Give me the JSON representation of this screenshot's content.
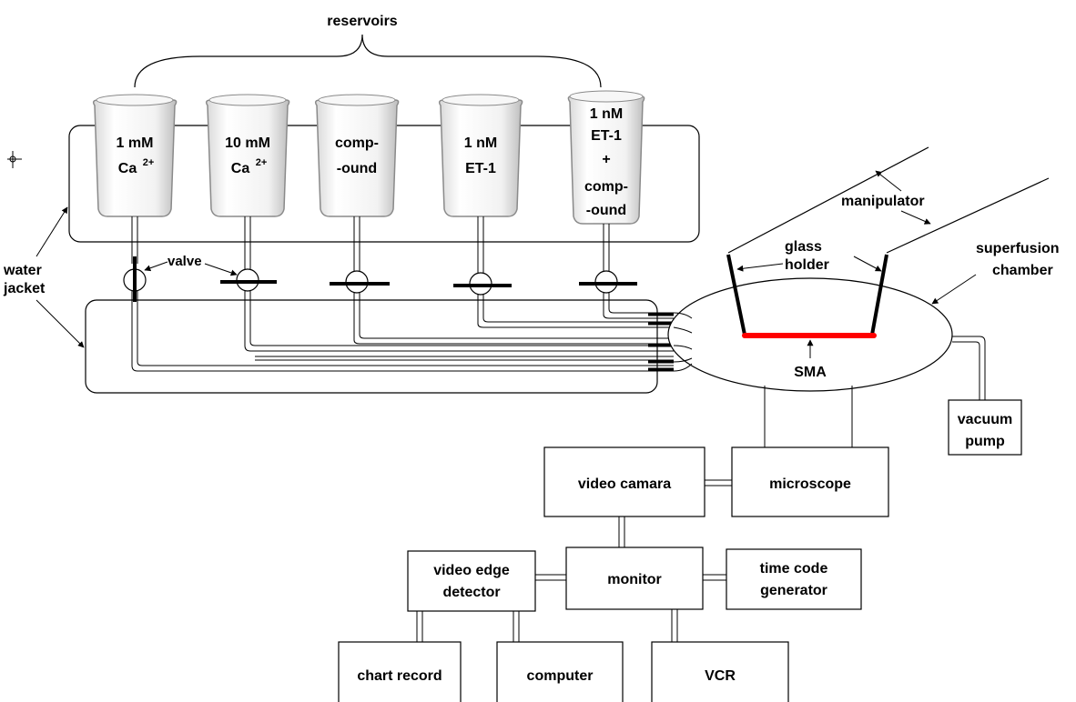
{
  "title": "reservoirs",
  "reservoirs": [
    {
      "line1": "1 mM",
      "line2": "Ca",
      "sup": "2+"
    },
    {
      "line1": "10 mM",
      "line2": "Ca",
      "sup": "2+"
    },
    {
      "line1": "comp-",
      "line2": "-ound"
    },
    {
      "line1": "1 nM",
      "line2": "ET-1"
    },
    {
      "line1": "1 nM",
      "line2": "ET-1",
      "line3": "+",
      "line4": "comp-",
      "line5": "-ound"
    }
  ],
  "labels": {
    "water_jacket_1": "water",
    "water_jacket_2": "jacket",
    "valve": "valve",
    "manipulator": "manipulator",
    "glass_holder_1": "glass",
    "glass_holder_2": "holder",
    "superfusion_1": "superfusion",
    "superfusion_2": "chamber",
    "sma": "SMA",
    "vacuum_1": "vacuum",
    "vacuum_2": "pump"
  },
  "equipment": {
    "video_camera": "video camara",
    "microscope": "microscope",
    "monitor": "monitor",
    "edge_detector_1": "video edge",
    "edge_detector_2": "detector",
    "time_code_1": "time code",
    "time_code_2": "generator",
    "chart_record": "chart record",
    "computer": "computer",
    "vcr": "VCR"
  },
  "colors": {
    "sma_strip": "#ff0000",
    "line": "#000000"
  }
}
